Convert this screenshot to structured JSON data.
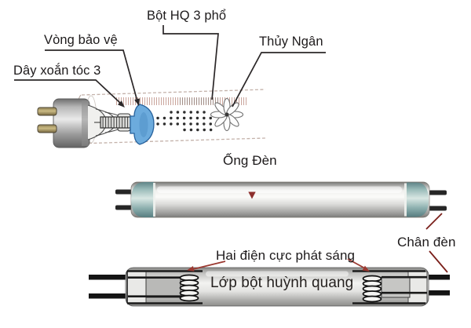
{
  "figure_type": "fluorescent-lamp-diagram",
  "callouts": {
    "day_xoan_toc_3": "Dây xoắn tóc 3",
    "vong_bao_ve": "Vòng bảo vệ",
    "bot_hq_3_pho": "Bột HQ 3 phổ",
    "thuy_ngan": "Thủy Ngân",
    "ong_den": "Ống Đèn",
    "chan_den": "Chân đèn",
    "hai_dien_cuc_phat_sang": "Hai điện cực phát sáng",
    "lop_bot_huynh_quang": "Lớp bột huỳnh quang"
  },
  "colors": {
    "background": "#ffffff",
    "label_text": "#1d1a1b",
    "callout_line": "#2b2728",
    "red_arrow": "#a84440",
    "dark_red_line": "#7a1f1a",
    "teal_cap": "#8fb4b2",
    "blue_ring": "#6cabdd",
    "tube_silver": "#d9d9d7",
    "phosphor_hatch": "#c39a90"
  }
}
